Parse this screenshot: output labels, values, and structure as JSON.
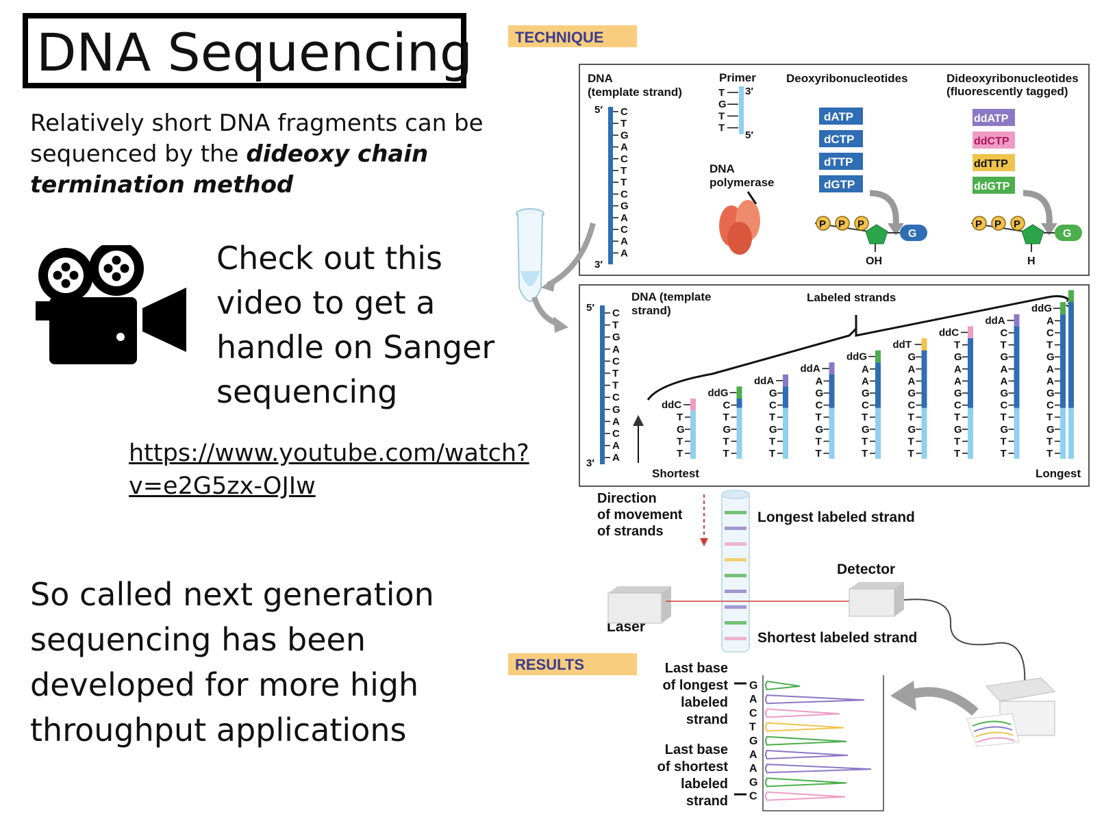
{
  "slide": {
    "title": "DNA Sequencing",
    "intro_plain": "Relatively short DNA fragments can be sequenced by the ",
    "intro_emphasis": "dideoxy chain termination method",
    "video_prompt": "Check out this video to get a handle on Sanger sequencing",
    "video_link": "https://www.youtube.com/watch?v=e2G5zx-OJIw",
    "ngs_note": "So called next generation sequencing has been developed for more high throughput applications"
  },
  "figure": {
    "technique_label": "TECHNIQUE",
    "results_label": "RESULTS",
    "panel1": {
      "dna_label": "DNA",
      "template_label": "(template strand)",
      "five_prime": "5′",
      "three_prime": "3′",
      "template_bases": [
        "C",
        "T",
        "G",
        "A",
        "C",
        "T",
        "T",
        "C",
        "G",
        "A",
        "C",
        "A",
        "A"
      ],
      "primer_label": "Primer",
      "primer_bases": [
        "T",
        "G",
        "T",
        "T"
      ],
      "primer_three": "3′",
      "primer_five": "5′",
      "polymerase_label_1": "DNA",
      "polymerase_label_2": "polymerase",
      "deoxy_title": "Deoxyribonucleotides",
      "deoxy": [
        "dATP",
        "dCTP",
        "dTTP",
        "dGTP"
      ],
      "dideoxy_title_1": "Dideoxyribonucleotides",
      "dideoxy_title_2": "(fluorescently tagged)",
      "dideoxy": [
        "ddATP",
        "ddCTP",
        "ddTTP",
        "ddGTP"
      ],
      "phosphate": "P",
      "base_g": "G",
      "oh": "OH",
      "h": "H"
    },
    "panel2": {
      "template_label_1": "DNA (template",
      "template_label_2": "strand)",
      "labeled_strands": "Labeled strands",
      "five_prime": "5′",
      "three_prime": "3′",
      "end_three": "3′",
      "shortest": "Shortest",
      "longest": "Longest",
      "dd_labels": [
        "ddC",
        "ddG",
        "ddA",
        "ddA",
        "ddG",
        "ddT",
        "ddC",
        "ddA",
        "ddG"
      ],
      "strands": [
        [
          "T",
          "G",
          "T",
          "T"
        ],
        [
          "C",
          "T",
          "G",
          "T",
          "T"
        ],
        [
          "G",
          "C",
          "T",
          "G",
          "T",
          "T"
        ],
        [
          "A",
          "G",
          "C",
          "T",
          "G",
          "T",
          "T"
        ],
        [
          "A",
          "A",
          "G",
          "C",
          "T",
          "G",
          "T",
          "T"
        ],
        [
          "G",
          "A",
          "A",
          "G",
          "C",
          "T",
          "G",
          "T",
          "T"
        ],
        [
          "T",
          "G",
          "A",
          "A",
          "G",
          "C",
          "T",
          "G",
          "T",
          "T"
        ],
        [
          "C",
          "T",
          "G",
          "A",
          "A",
          "G",
          "C",
          "T",
          "G",
          "T",
          "T"
        ],
        [
          "A",
          "C",
          "T",
          "G",
          "A",
          "A",
          "G",
          "C",
          "T",
          "G",
          "T",
          "T"
        ]
      ]
    },
    "panel3": {
      "direction_1": "Direction",
      "direction_2": "of movement",
      "direction_3": "of strands",
      "longest_labeled": "Longest labeled strand",
      "detector": "Detector",
      "laser": "Laser",
      "shortest_labeled": "Shortest labeled strand"
    },
    "results": {
      "last_longest": [
        "Last base",
        "of longest",
        "labeled",
        "strand"
      ],
      "last_shortest": [
        "Last base",
        "of shortest",
        "labeled",
        "strand"
      ],
      "bases": [
        "G",
        "A",
        "C",
        "T",
        "G",
        "A",
        "A",
        "G",
        "C"
      ]
    },
    "colors": {
      "template_blue": "#2f6db4",
      "light_blue": "#8fd0ee",
      "ddA": "#8a78c4",
      "ddC": "#ee9cc4",
      "ddT": "#f0c44c",
      "ddG": "#4cae4c",
      "band": "#f8cd7e"
    }
  }
}
